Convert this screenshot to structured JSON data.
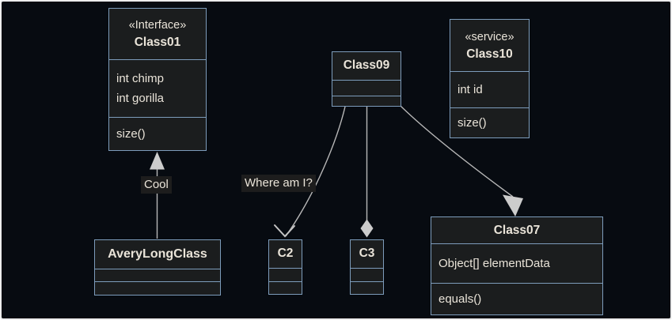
{
  "diagram": {
    "kind": "uml-class-diagram",
    "colors": {
      "canvas_background": "#070b11",
      "frame": "#ededed",
      "node_fill": "#1b1d1e",
      "node_border": "#7d9cbb",
      "text": "#eae4d9",
      "edge_line": "#b8b8b8",
      "arrow_fill": "#cccccc",
      "label_background": "#1d1d1d"
    },
    "classes": {
      "class01": {
        "stereotype": "«Interface»",
        "name": "Class01",
        "attributes": [
          "int chimp",
          "int gorilla"
        ],
        "methods": [
          "size()"
        ]
      },
      "class09": {
        "name": "Class09",
        "attributes": [],
        "methods": []
      },
      "class10": {
        "stereotype": "«service»",
        "name": "Class10",
        "attributes": [
          "int id"
        ],
        "methods": [
          "size()"
        ]
      },
      "averylongclass": {
        "name": "AveryLongClass",
        "attributes": [],
        "methods": []
      },
      "c2": {
        "name": "C2",
        "attributes": [],
        "methods": []
      },
      "c3": {
        "name": "C3",
        "attributes": [],
        "methods": []
      },
      "class07": {
        "name": "Class07",
        "attributes": [
          "Object[] elementData"
        ],
        "methods": [
          "equals()"
        ]
      }
    },
    "edges": [
      {
        "from": "AveryLongClass",
        "to": "Class01",
        "type": "inheritance (filled triangle)",
        "label": "Cool"
      },
      {
        "from": "Class09",
        "to": "C2",
        "type": "open arrow",
        "label": "Where am I?"
      },
      {
        "from": "Class09",
        "to": "C3",
        "type": "composition (filled diamond)",
        "label": ""
      },
      {
        "from": "Class09",
        "to": "Class07",
        "type": "inheritance (filled triangle)",
        "label": ""
      }
    ]
  }
}
